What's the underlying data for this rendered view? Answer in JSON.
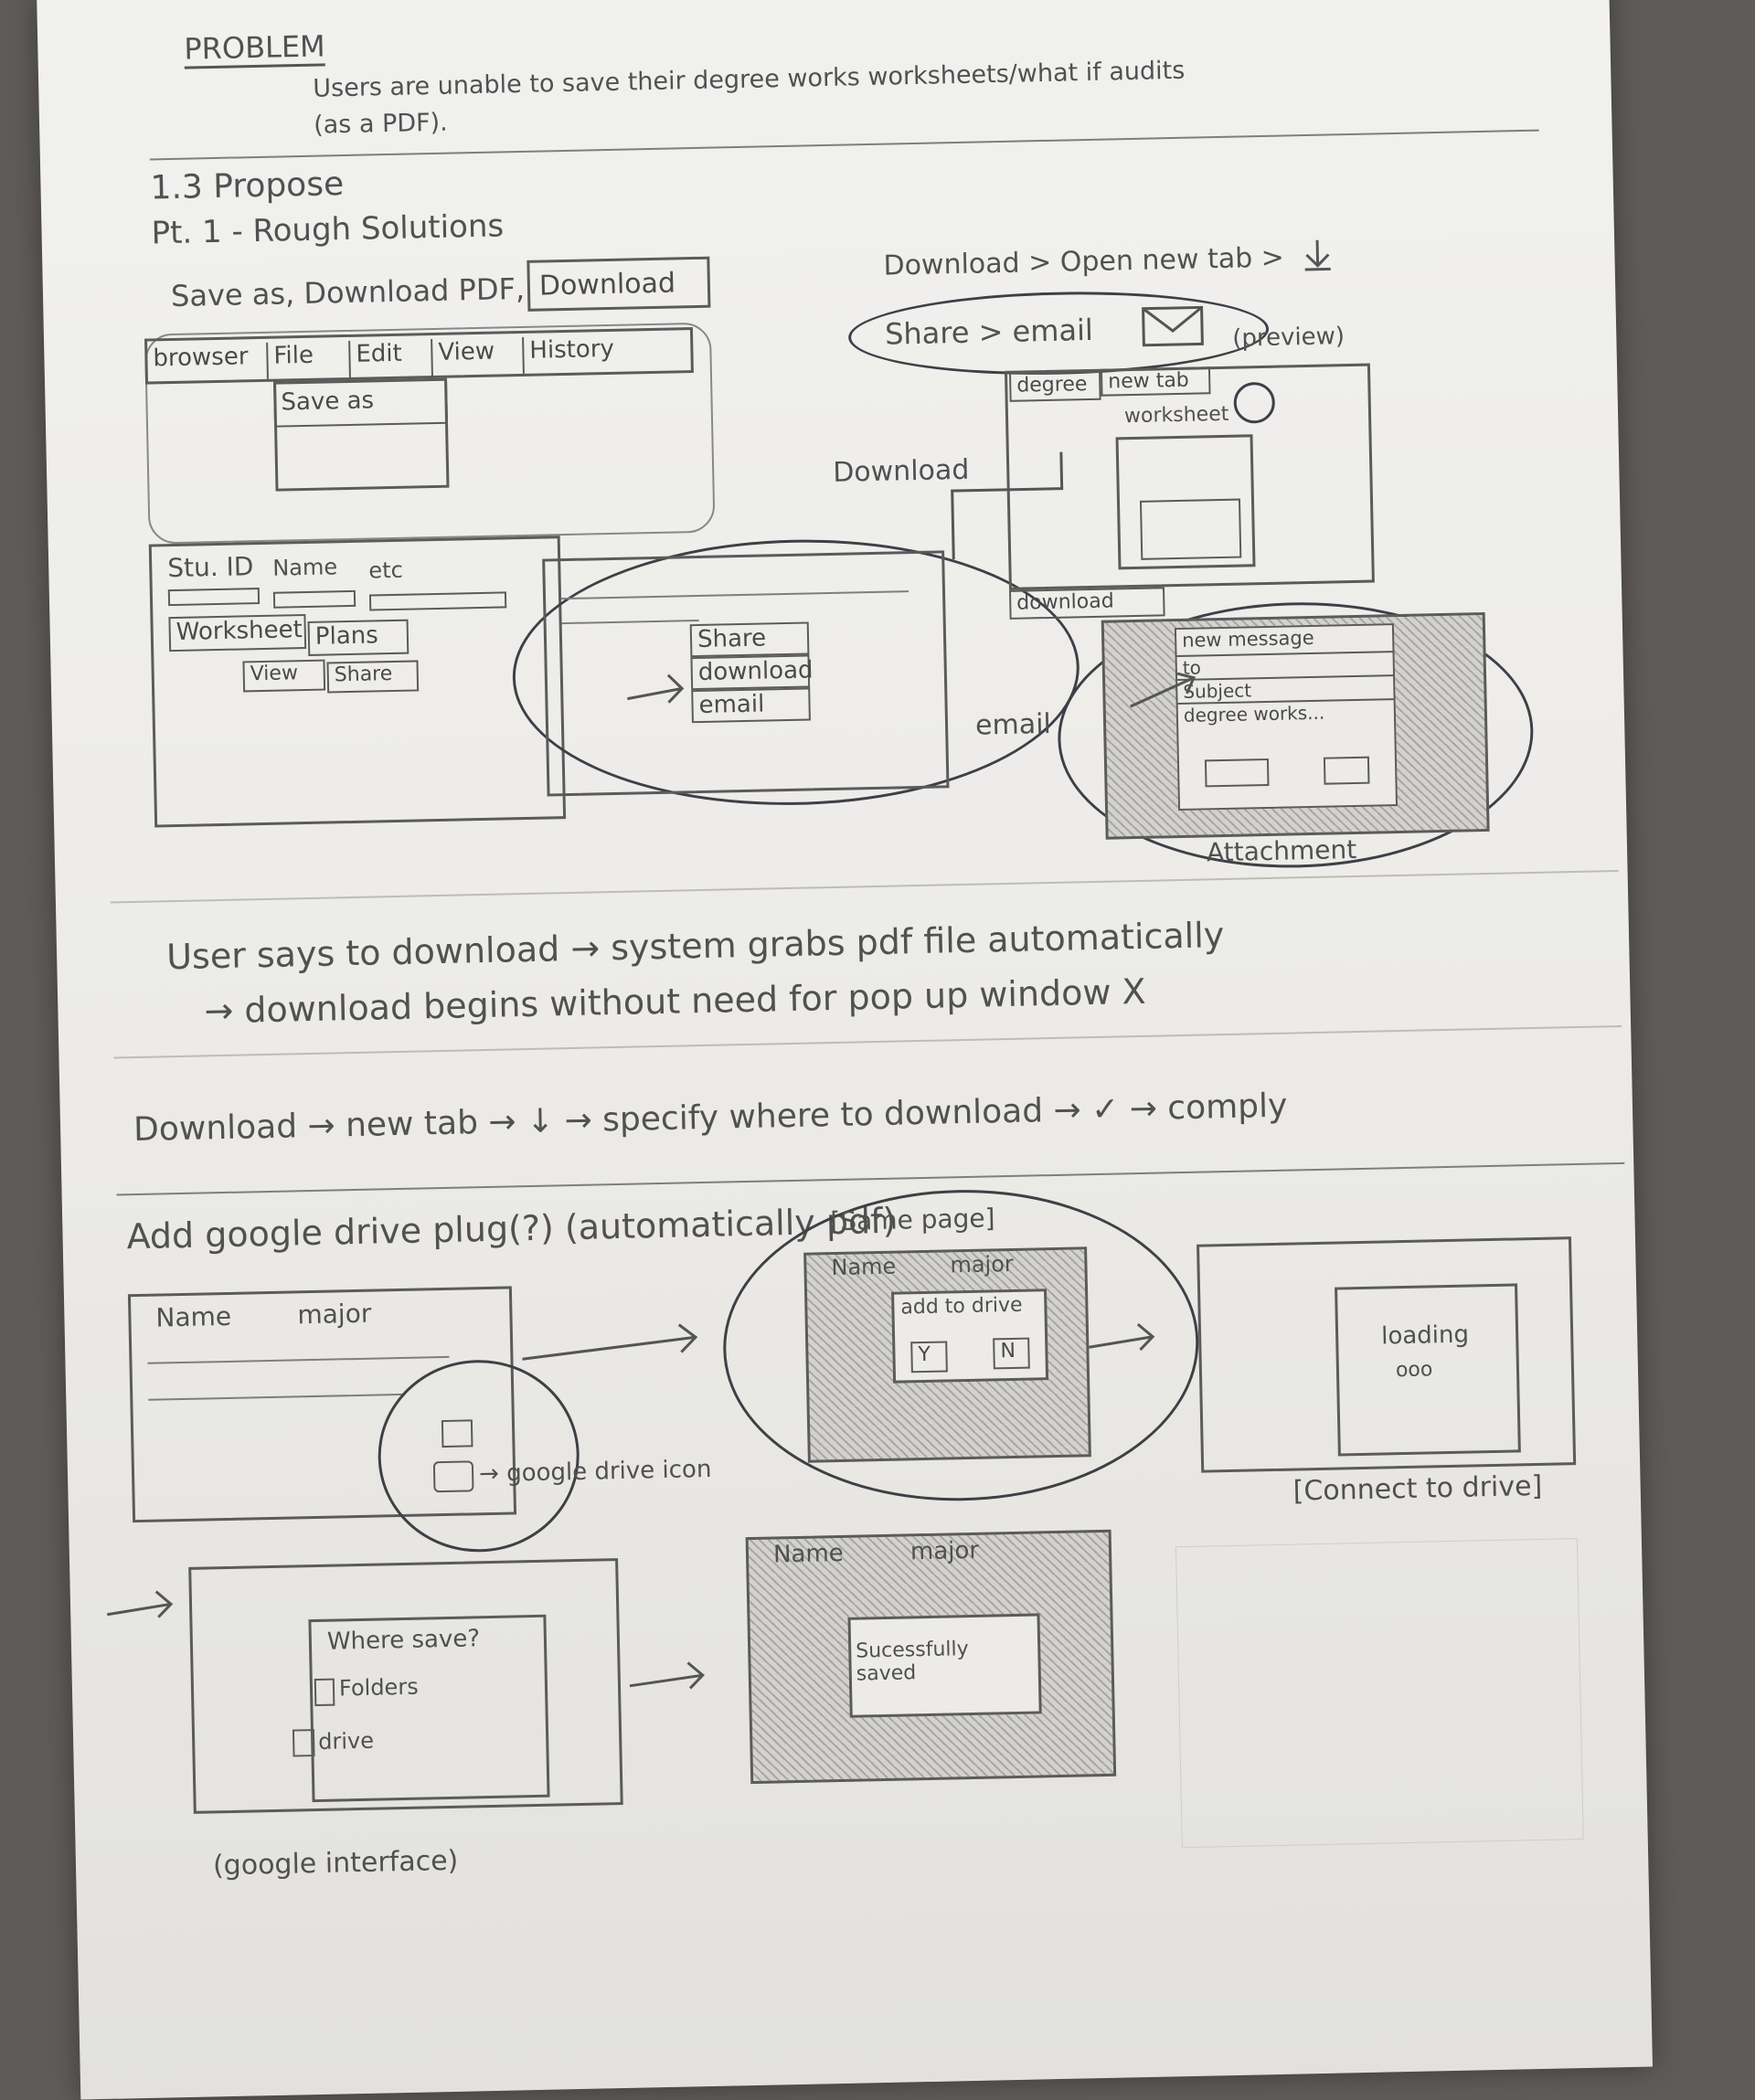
{
  "problem": {
    "label": "PROBLEM",
    "text1": "Users are unable to save their degree works worksheets/what if audits",
    "text2": "(as a PDF)."
  },
  "section": {
    "number": "1.3 Propose",
    "part": "Pt. 1 - Rough Solutions"
  },
  "options": {
    "text": "Save as, Download PDF,",
    "download_button": "Download"
  },
  "flow_note": "Download > Open new tab >",
  "share_email": "Share > email",
  "browser_menu": {
    "items": [
      "browser",
      "File",
      "Edit",
      "View",
      "History"
    ],
    "dropdown_item": "Save as"
  },
  "student_form": {
    "fields": [
      "Stu. ID",
      "Name",
      "etc"
    ],
    "tabs": [
      "Worksheet",
      "Plans"
    ],
    "actions": [
      "View",
      "Share"
    ]
  },
  "share_menu": [
    "Share",
    "download",
    "email"
  ],
  "download_label": "Download",
  "email_label": "email",
  "preview_tab": {
    "preview_label": "(preview)",
    "tabs": [
      "degree",
      "new tab"
    ],
    "worksheet_label": "worksheet",
    "download_bar": "download"
  },
  "email_compose": {
    "rows": [
      "new message",
      "to",
      "Subject",
      "degree works..."
    ],
    "attachment_label": "Attachment"
  },
  "notes": {
    "line1": "User says to download → system grabs pdf file automatically",
    "line2": "→ download begins without need for pop up window X",
    "line3": "Download → new tab → ↓ → specify where to download → ✓ → comply"
  },
  "drive": {
    "heading": "Add google drive plug(?) (automatically pdf)",
    "same_page": "[Same page]",
    "name": "Name",
    "major": "major",
    "drive_icon_label": "→ google drive icon",
    "dialog_title": "add to drive",
    "yes": "Y",
    "no": "N",
    "loading": "loading",
    "loading_dots": "ooo",
    "connect": "[Connect to drive]",
    "where_save": "Where save?",
    "option_files": "Folders",
    "option_drive": "drive",
    "google_interface": "(google interface)",
    "success": "Sucessfully saved"
  }
}
